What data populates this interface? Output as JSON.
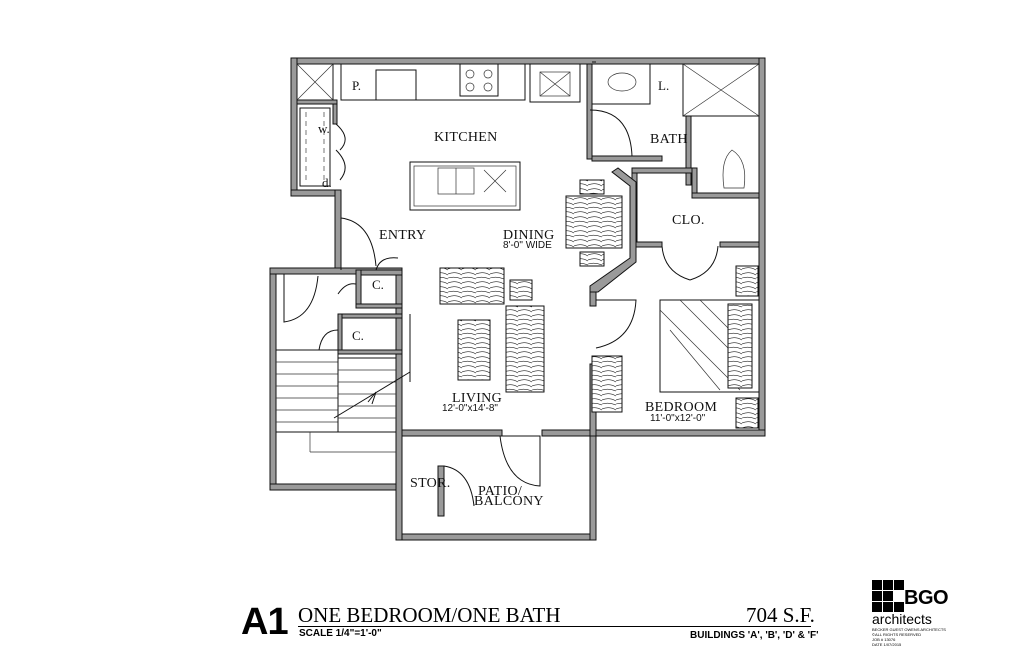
{
  "plan": {
    "rooms": {
      "kitchen": "KITCHEN",
      "bath": "BATH",
      "entry": "ENTRY",
      "dining": "DINING",
      "dining_dim": "8'-0\" WIDE",
      "closet": "CLO.",
      "living": "LIVING",
      "living_dim": "12'-0\"x14'-8\"",
      "bedroom": "BEDROOM",
      "bedroom_dim": "11'-0\"x12'-0\"",
      "storage": "STOR.",
      "patio_line1": "PATIO/",
      "patio_line2": "BALCONY"
    },
    "fixtures": {
      "pantry": "P.",
      "linen": "L.",
      "washer": "w.",
      "dryer": "d.",
      "coat1": "C.",
      "coat2": "C."
    }
  },
  "title_block": {
    "unit_code": "A1",
    "unit_name": "ONE BEDROOM/ONE BATH",
    "scale": "SCALE 1/4\"=1'-0\"",
    "area": "704 S.F.",
    "buildings": "BUILDINGS 'A', 'B', 'D' & 'F'"
  },
  "logo": {
    "wordmark": "BGO",
    "subtitle": "architects",
    "fine_print": [
      "BECKER GUEST OWENS ARCHITECTS",
      "©ALL RIGHTS RESERVED",
      "JOB # 13076",
      "DATE 1/07/2015"
    ]
  }
}
